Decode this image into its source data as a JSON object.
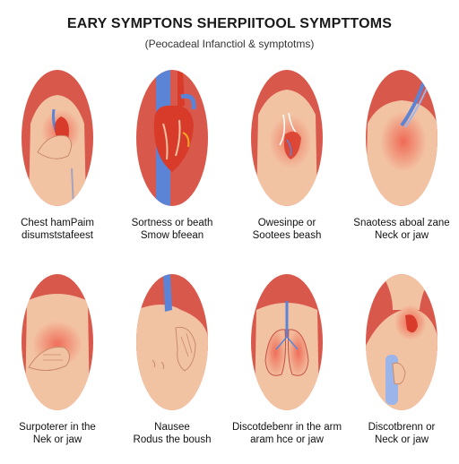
{
  "header": {
    "title": "EARY SYMPTONS SHERPIITOOL SYMPTTOMS",
    "subtitle": "(Peocadeal Infanctiol & symptotms)"
  },
  "colors": {
    "oval_bg": "#d9584c",
    "skin": "#f2c3a3",
    "skin_shade": "#e5a88a",
    "heart": "#d93b2b",
    "vein": "#5b84d6",
    "pain_glow": "#ef5a48"
  },
  "panels": [
    {
      "icon": "chest-hand-icon",
      "line1": "Chest hamPaim",
      "line2": "disumststafeest"
    },
    {
      "icon": "heart-vessels-icon",
      "line1": "Sortness or beath",
      "line2": "Smow bfeean"
    },
    {
      "icon": "torso-heart-icon",
      "line1": "Owesinpe or",
      "line2": "Sootees beash"
    },
    {
      "icon": "back-shoulder-icon",
      "line1": "Snaotess aboal zane",
      "line2": "Neck or jaw"
    },
    {
      "icon": "stomach-hand-icon",
      "line1": "Surpoterer in the",
      "line2": "Nek or jaw"
    },
    {
      "icon": "shoulder-hand-icon",
      "line1": "Nausee",
      "line2": "Rodus the boush"
    },
    {
      "icon": "lungs-icon",
      "line1": "Discotdebenr in the arm",
      "line2": "aram hce or jaw"
    },
    {
      "icon": "neck-jaw-arm-icon",
      "line1": "Discotbrenn or",
      "line2": "Neck or jaw"
    }
  ]
}
